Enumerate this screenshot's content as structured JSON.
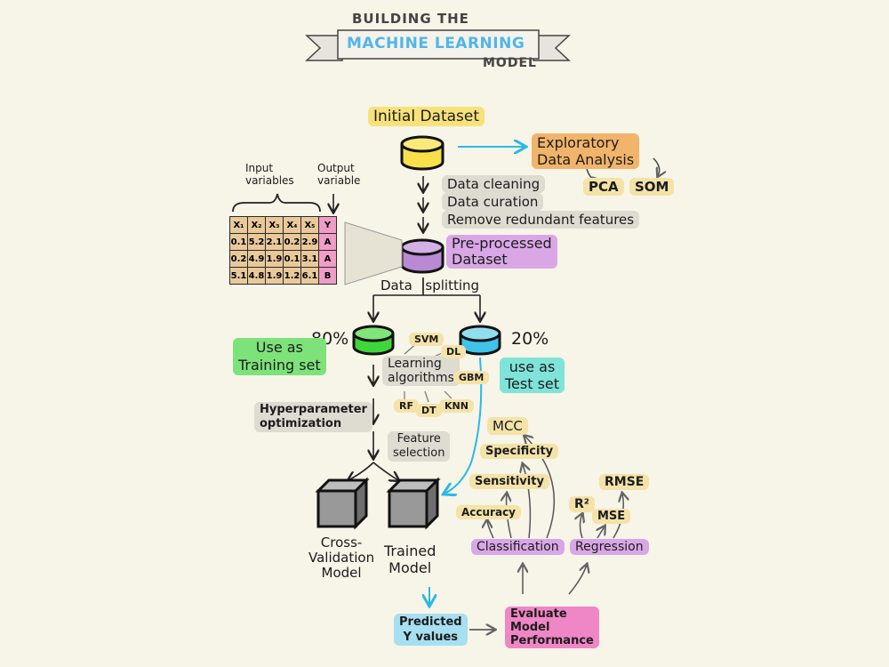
{
  "title": {
    "line1": "BUILDING THE",
    "banner": "MACHINE LEARNING",
    "line3": "MODEL"
  },
  "flow": {
    "initial_dataset": "Initial Dataset",
    "eda": "Exploratory\nData Analysis",
    "pca": "PCA",
    "som": "SOM",
    "step_cleaning": "Data cleaning",
    "step_curation": "Data curation",
    "step_remove": "Remove redundant features",
    "preprocessed": "Pre-processed\nDataset",
    "splitting": "Data  |splitting",
    "pct_train": "80%",
    "pct_test": "20%",
    "use_training": "Use as\nTraining set",
    "use_test": "use as\nTest set",
    "learning": "Learning\nalgorithms",
    "svm": "SVM",
    "dl": "DL",
    "gbm": "GBM",
    "rf": "RF",
    "dt": "DT",
    "knn": "KNN",
    "hyper": "Hyperparameter\noptimization",
    "feature": "Feature\nselection",
    "cv_model": "Cross-\nValidation\nModel",
    "trained_model": "Trained\nModel",
    "predicted": "Predicted\nY values",
    "evaluate": "Evaluate\nModel\nPerformance",
    "classification": "Classification",
    "regression": "Regression",
    "mcc": "MCC",
    "specificity": "Specificity",
    "sensitivity": "Sensitivity",
    "accuracy": "Accuracy",
    "r2": "R²",
    "mse": "MSE",
    "rmse": "RMSE"
  },
  "table": {
    "input_label": "Input\nvariables",
    "output_label": "Output\nvariable",
    "headers": [
      "X₁",
      "X₂",
      "X₃",
      "X₄",
      "X₅",
      "Y"
    ],
    "rows": [
      [
        "0.1",
        "5.2",
        "2.1",
        "0.2",
        "2.9",
        "A"
      ],
      [
        "0.2",
        "4.9",
        "1.9",
        "0.1",
        "3.1",
        "A"
      ],
      [
        "5.1",
        "4.8",
        "1.9",
        "1.2",
        "6.1",
        "B"
      ]
    ]
  },
  "colors": {
    "yellow": "#f7e27a",
    "orange": "#f2b46a",
    "green": "#7de27a",
    "cyan": "#7fe3d9",
    "purple": "#d9a7e6",
    "pink": "#ef86c6",
    "blue_arrow": "#2bb8e8",
    "model_gray": "#8c8c8c"
  }
}
